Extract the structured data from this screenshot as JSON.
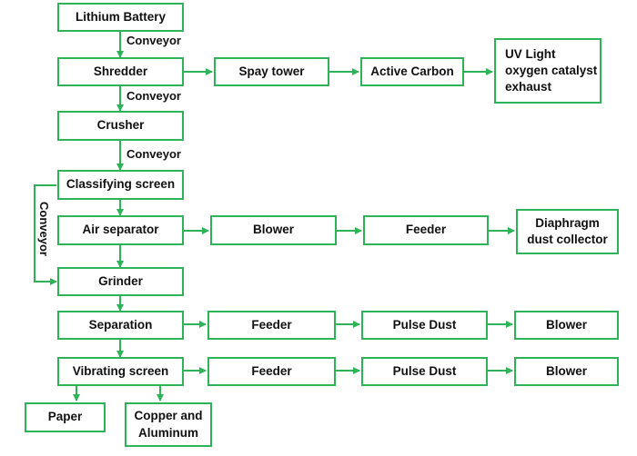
{
  "colors": {
    "accent": "#2fb359",
    "text": "#111111"
  },
  "nodes": {
    "lithium_battery": "Lithium Battery",
    "shredder": "Shredder",
    "spray_tower": "Spay tower",
    "active_carbon": "Active Carbon",
    "uv_light": "UV Light\noxygen catalyst\nexhaust",
    "crusher": "Crusher",
    "classifying_screen": "Classifying screen",
    "air_separator": "Air separator",
    "blower_1": "Blower",
    "feeder_1": "Feeder",
    "diaphragm_collector": "Diaphragm\ndust collector",
    "grinder": "Grinder",
    "separation": "Separation",
    "feeder_2": "Feeder",
    "pulse_dust_1": "Pulse Dust",
    "blower_2": "Blower",
    "vibrating_screen": "Vibrating screen",
    "feeder_3": "Feeder",
    "pulse_dust_2": "Pulse Dust",
    "blower_3": "Blower",
    "paper": "Paper",
    "copper_aluminum": "Copper and\nAluminum"
  },
  "edge_labels": {
    "conveyor_1": "Conveyor",
    "conveyor_2": "Conveyor",
    "conveyor_3": "Conveyor",
    "conveyor_side": "Conveyor"
  }
}
